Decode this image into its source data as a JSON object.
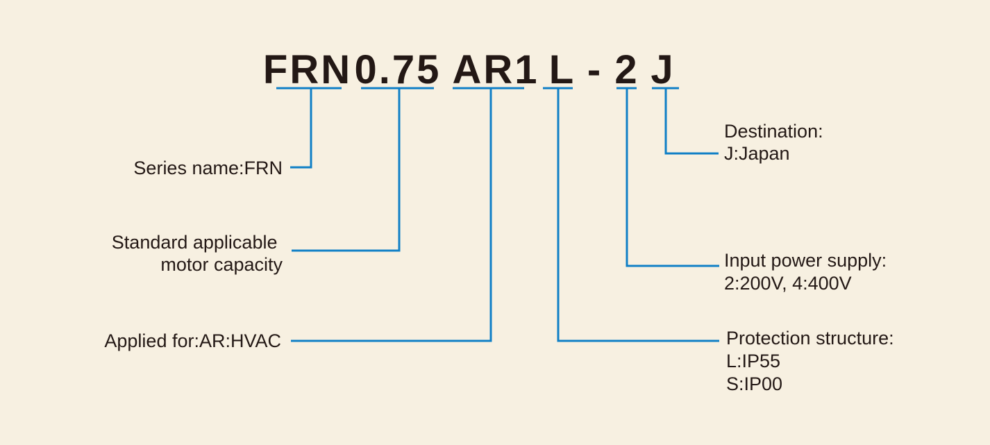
{
  "code": {
    "series": "FRN",
    "capacity": "0.75",
    "application": "AR1",
    "protection": "L",
    "separator": "-",
    "voltage": "2",
    "destination": "J"
  },
  "labels": {
    "series": [
      "Series name:FRN"
    ],
    "capacity": [
      "Standard applicable",
      "motor capacity"
    ],
    "application": [
      "Applied for:AR:HVAC"
    ],
    "destination": [
      "Destination:",
      "J:Japan"
    ],
    "voltage": [
      "Input power supply:",
      "2:200V, 4:400V"
    ],
    "protection": [
      "Protection structure:",
      "L:IP55",
      "S:IP00"
    ]
  },
  "colors": {
    "background": "#f7f0e1",
    "leader": "#0f7fc6",
    "text": "#231815"
  }
}
